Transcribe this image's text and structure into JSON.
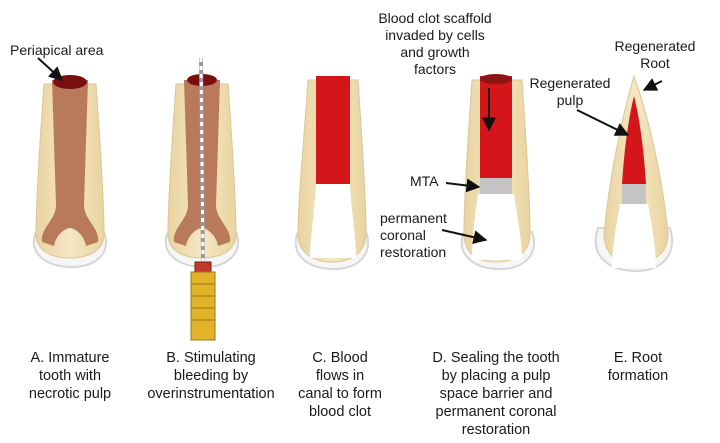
{
  "labels": {
    "periapical_area": "Periapical area",
    "scaffold_line1": "Blood clot scaffold",
    "scaffold_line2": "invaded by cells",
    "scaffold_line3": "and growth",
    "scaffold_line4": "factors",
    "mta": "MTA",
    "restoration_line1": "permanent",
    "restoration_line2": "coronal",
    "restoration_line3": "restoration",
    "regen_root_line1": "Regenerated",
    "regen_root_line2": "Root",
    "regen_pulp_line1": "Regenerated",
    "regen_pulp_line2": "pulp"
  },
  "captions": [
    [
      "A. Immature",
      "tooth with",
      "necrotic pulp"
    ],
    [
      "B. Stimulating",
      "bleeding by",
      "overinstrumentation"
    ],
    [
      "C. Blood",
      "flows in",
      "canal to form",
      "blood clot"
    ],
    [
      "D. Sealing the tooth",
      "by placing a pulp",
      "space barrier and",
      "permanent coronal",
      "restoration"
    ],
    [
      "E. Root",
      "formation"
    ]
  ],
  "colors": {
    "necrotic_pulp": "#b97a5c",
    "periapical": "#7a0f10",
    "blood_clot": "#d4161b",
    "mta": "#c4c4c4",
    "restoration": "#ffffff",
    "dentin": "#f1dfb5",
    "enamel_outline": "#d6d6d6",
    "file_handle": "#e2b32a"
  }
}
